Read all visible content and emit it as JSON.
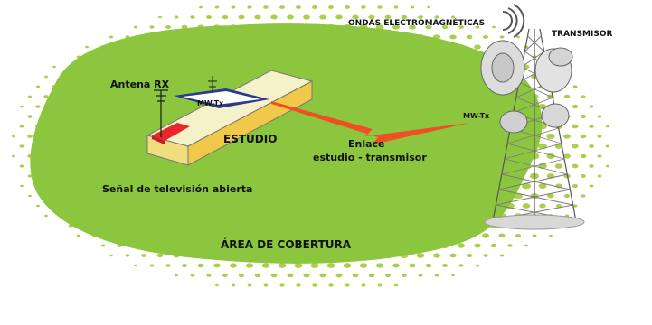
{
  "labels": {
    "waves": "ONDAS ELECTROMAGNÉTICAS",
    "transmitter": "TRANSMISOR",
    "rx_antenna": "Antena RX",
    "studio_mwtx": "MW-Tx",
    "tower_mwtx": "MW-Tx",
    "studio": "ESTUDIO",
    "link_line1": "Enlace",
    "link_line2": "estudio - transmisor",
    "signal": "Señal de televisión abierta",
    "coverage": "ÁREA DE COBERTURA"
  },
  "colors": {
    "coverage_green": "#8cc63f",
    "dots_green": "#a9cf4b",
    "link_orange": "#f04e23",
    "studio_blue": "#2b3a8f",
    "studio_red": "#e8262d",
    "studio_wall": "#f5f1c8"
  }
}
